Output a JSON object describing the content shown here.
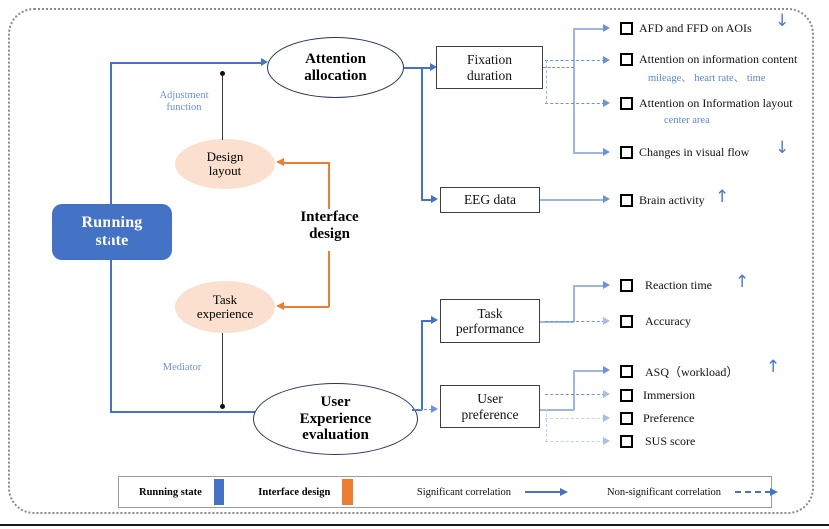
{
  "diagram": {
    "title_nodes": {
      "running_state": "Running\nstate",
      "interface_design": "Interface\ndesign",
      "attention_allocation": "Attention\nallocation",
      "user_experience": "User\nExperience\nevaluation",
      "design_layout": "Design\nlayout",
      "task_experience": "Task\nexperience"
    },
    "edge_labels": {
      "adjustment_function": "Adjustment\nfunction",
      "mediator": "Mediator"
    },
    "measure_boxes": {
      "fixation_duration": "Fixation\nduration",
      "eeg_data": "EEG data",
      "task_performance": "Task\nperformance",
      "user_preference": "User\npreference"
    },
    "outcomes": {
      "fixation": [
        {
          "label": "AFD and FFD on AOIs",
          "link": "solid",
          "trend": "down"
        },
        {
          "label": "Attention on information content",
          "link": "dashed",
          "trend": "none",
          "sub": "mileage、 heart rate、 time"
        },
        {
          "label": "Attention on Information layout",
          "link": "dashed",
          "trend": "none",
          "sub": "center  area"
        },
        {
          "label": "Changes in visual flow",
          "link": "solid",
          "trend": "down"
        }
      ],
      "eeg": [
        {
          "label": "Brain activity",
          "link": "solid",
          "trend": "up"
        }
      ],
      "task_performance": [
        {
          "label": "Reaction time",
          "link": "solid",
          "trend": "up"
        },
        {
          "label": "Accuracy",
          "link": "dashed",
          "trend": "none"
        }
      ],
      "user_preference": [
        {
          "label": "ASQ（workload）",
          "link": "solid",
          "trend": "up"
        },
        {
          "label": "Immersion",
          "link": "dashed",
          "trend": "none"
        },
        {
          "label": "Preference",
          "link": "dashed",
          "trend": "none"
        },
        {
          "label": "SUS score",
          "link": "dashed",
          "trend": "none"
        }
      ]
    },
    "legend": {
      "items": [
        {
          "label": "Running state",
          "swatch": "#4472c4"
        },
        {
          "label": "Interface  design",
          "swatch": "#ed7d31"
        }
      ],
      "lines": [
        {
          "label": "Significant correlation",
          "style": "solid"
        },
        {
          "label": "Non-significant correlation",
          "style": "dashed"
        }
      ]
    },
    "colors": {
      "running_state": "#4472c4",
      "interface_design": "#ed7d31",
      "peach": "#fbe0cf",
      "connector_blue": "#4472c4",
      "connector_light": "#9db7e2",
      "annotation_blue": "#6e91d4"
    },
    "trend_glyphs": {
      "up": "↑",
      "down": "↓"
    }
  }
}
